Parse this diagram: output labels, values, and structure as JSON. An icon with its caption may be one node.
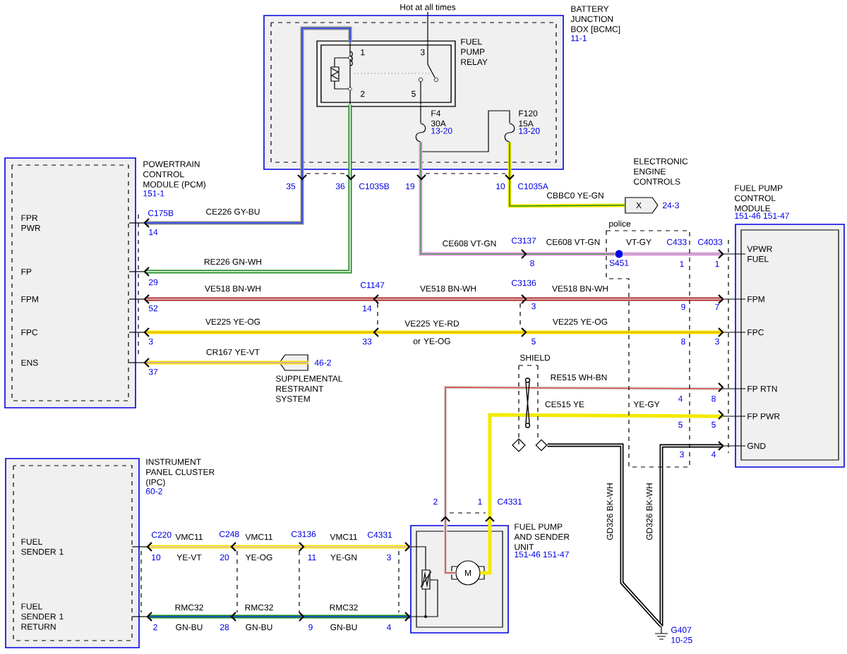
{
  "diagram": {
    "nodes": [
      {
        "text": [
          "BATTERY JUNCTION BOX [BCMC]",
          "11-1"
        ]
      },
      {
        "text": [
          "FUEL PUMP RELAY"
        ],
        "in": 0
      },
      {
        "text": [
          "F4 30A",
          "13-20"
        ],
        "in": 0
      },
      {
        "text": [
          "F120 15A",
          "13-20"
        ],
        "in": 0
      },
      {
        "text": [
          "POWERTRAIN CONTROL MODULE (PCM)",
          "151-1"
        ]
      },
      {
        "text": [
          "FPR PWR"
        ],
        "in": 4
      },
      {
        "text": [
          "FP"
        ],
        "in": 4
      },
      {
        "text": [
          "FPM"
        ],
        "in": 4
      },
      {
        "text": [
          "FPC"
        ],
        "in": 4
      },
      {
        "text": [
          "ENS"
        ],
        "in": 4
      },
      {
        "text": [
          "X"
        ],
        "beside": [
          "ELECTRONIC ENGINE CONTROLS",
          "24-3"
        ]
      },
      {
        "text": [],
        "shape": "box",
        "beside": [
          "46-2",
          "SUPPLEMENTAL RESTRAINT SYSTEM"
        ]
      },
      {
        "text": [
          "FUEL PUMP CONTROL MODULE",
          "151-46 151-47"
        ]
      },
      {
        "text": [
          "VPWR FUEL"
        ],
        "in": 12
      },
      {
        "text": [
          "FPM"
        ],
        "in": 12
      },
      {
        "text": [
          "FPC"
        ],
        "in": 12
      },
      {
        "text": [
          "FP RTN"
        ],
        "in": 12
      },
      {
        "text": [
          "FP PWR"
        ],
        "in": 12
      },
      {
        "text": [
          "GND"
        ],
        "in": 12
      },
      {
        "text": [
          "S451"
        ]
      },
      {
        "text": [
          "INSTRUMENT PANEL CLUSTER (IPC)",
          "60-2"
        ]
      },
      {
        "text": [
          "FUEL SENDER 1"
        ],
        "in": 20
      },
      {
        "text": [
          "FUEL SENDER 1 RETURN"
        ],
        "in": 20
      },
      {
        "text": [
          "FUEL PUMP AND SENDER UNIT",
          "151-46 151-47"
        ]
      },
      {
        "text": [
          "M"
        ],
        "in": 23
      },
      {
        "text": [
          "G407",
          "10-25"
        ]
      },
      {
        "text": [],
        "shape": "diamond"
      },
      {
        "text": [
          "Hot at all times"
        ]
      }
    ],
    "edges": [
      {
        "from": 27,
        "to": 1,
        "arrow": "none"
      },
      {
        "from": 1,
        "to": 2,
        "arrow": "none"
      },
      {
        "from": 2,
        "to": 3,
        "arrow": "none"
      },
      {
        "from": 2,
        "to": 19,
        "arrow": "to",
        "label": "CE608 VT-GN",
        "color": "#e69ae6"
      },
      {
        "from": 3,
        "to": 10,
        "arrow": "to",
        "label": "CBBC0 YE-GN",
        "color": "#f2ea00"
      },
      {
        "from": 1,
        "to": 5,
        "arrow": "to",
        "label": "CE226 GY-BU",
        "color": "#8a8a8a"
      },
      {
        "from": 1,
        "to": 6,
        "arrow": "to",
        "label": "RE226 GN-WH",
        "color": "#1a8a1a"
      },
      {
        "from": 7,
        "to": 14,
        "arrow": "both",
        "label": "VE518 BN-WH",
        "color": "#a82020"
      },
      {
        "from": 8,
        "to": 15,
        "arrow": "both",
        "label": "VE225 YE-OG",
        "color": "#f2ea00"
      },
      {
        "from": 11,
        "to": 9,
        "arrow": "to",
        "label": "CR167 YE-VT",
        "color": "#f2ea00"
      },
      {
        "from": 19,
        "to": 13,
        "arrow": "to",
        "label": "VT-GY",
        "color": "#e69ae6"
      },
      {
        "from": 24,
        "to": 16,
        "arrow": "to",
        "label": "RE515 WH-BN",
        "color": "#e0e0e0"
      },
      {
        "from": 24,
        "to": 17,
        "arrow": "to",
        "label": "CE515 YE",
        "color": "#f2ea00"
      },
      {
        "from": 25,
        "to": 18,
        "arrow": "to",
        "label": "GD326 BK-WH",
        "color": "#000000"
      },
      {
        "from": 26,
        "to": 25,
        "arrow": "none",
        "label": "GD326 BK-WH",
        "color": "#000000"
      },
      {
        "from": 21,
        "to": 23,
        "arrow": "both",
        "label": "VMC11",
        "color": "#f2ea00"
      },
      {
        "from": 22,
        "to": 23,
        "arrow": "both",
        "label": "RMC32",
        "color": "#1a8a1a"
      }
    ],
    "labels": [
      "1",
      "3",
      "2",
      "5",
      "35",
      "36",
      "C1035B",
      "19",
      "10",
      "C1035A",
      "C175B",
      "14",
      "29",
      "C1147",
      "VE518 BN-WH",
      "C3136",
      "VE518 BN-WH",
      "52",
      "14",
      "3",
      "9",
      "7",
      "VE225 YE-RD or YE-OG",
      "VE225 YE-OG",
      "3",
      "33",
      "5",
      "8",
      "3",
      "37",
      "police",
      "C3137",
      "CE608 VT-GN",
      "C433",
      "C4033",
      "8",
      "1",
      "1",
      "SHIELD",
      "4",
      "8",
      "YE-GY",
      "5",
      "5",
      "3",
      "4",
      "2",
      "1",
      "C4331",
      "C220",
      "C248",
      "VMC11",
      "C3136",
      "VMC11",
      "C4331",
      "10",
      "YE-VT",
      "20",
      "YE-OG",
      "11",
      "YE-GN",
      "3",
      "RMC32",
      "RMC32",
      "2",
      "GN-BU",
      "28",
      "GN-BU",
      "9",
      "GN-BU",
      "4"
    ]
  }
}
